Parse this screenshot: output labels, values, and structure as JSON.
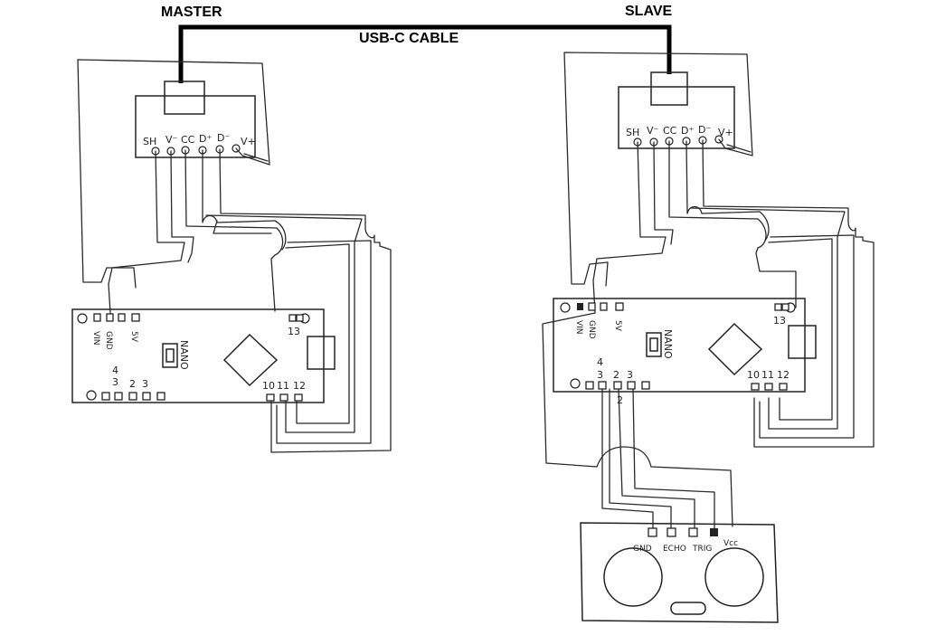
{
  "labels": {
    "master": "MASTER",
    "slave": "SLAVE",
    "cable": "USB-C CABLE"
  },
  "usb_breakout": {
    "pins": [
      "SH",
      "V⁻",
      "CC",
      "D⁺",
      "D⁻",
      "V+"
    ]
  },
  "nano": {
    "left_pins": [
      "VIN",
      "GND",
      "5V"
    ],
    "right_top_pin": "13",
    "chip_text": "NANO",
    "bottom_left_pins": [
      "4",
      "3",
      "2",
      "3"
    ],
    "bottom_right_pins": [
      "10",
      "11",
      "12"
    ],
    "slave_extra_pin": "2"
  },
  "sensor": {
    "pins": [
      "GND",
      "ECHO",
      "TRIG",
      "Vcc"
    ]
  },
  "colors": {
    "ink": "#2a2a2a",
    "cable": "#000000",
    "background": "#ffffff"
  }
}
